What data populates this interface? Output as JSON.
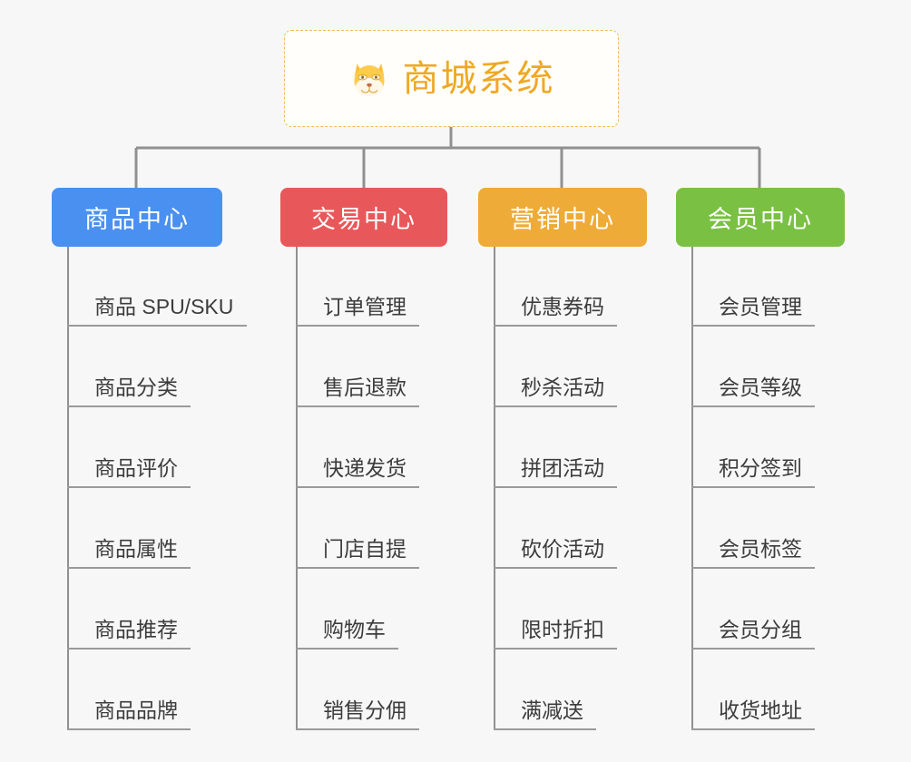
{
  "diagram": {
    "title": "商城系统",
    "root": {
      "label": "商城系统",
      "icon": "dog-face-emoji",
      "border_color": "#f0bb55",
      "text_color": "#efa825"
    },
    "branches": [
      {
        "key": "products",
        "label": "商品中心",
        "color": "#4a90f0",
        "leaves": [
          "商品 SPU/SKU",
          "商品分类",
          "商品评价",
          "商品属性",
          "商品推荐",
          "商品品牌"
        ]
      },
      {
        "key": "trade",
        "label": "交易中心",
        "color": "#e8585a",
        "leaves": [
          "订单管理",
          "售后退款",
          "快递发货",
          "门店自提",
          "购物车",
          "销售分佣"
        ]
      },
      {
        "key": "marketing",
        "label": "营销中心",
        "color": "#eeab38",
        "leaves": [
          "优惠券码",
          "秒杀活动",
          "拼团活动",
          "砍价活动",
          "限时折扣",
          "满减送"
        ]
      },
      {
        "key": "member",
        "label": "会员中心",
        "color": "#7ac143",
        "leaves": [
          "会员管理",
          "会员等级",
          "积分签到",
          "会员标签",
          "会员分组",
          "收货地址"
        ]
      }
    ],
    "connector_color": "#909090",
    "background_color": "#f7f7f7"
  }
}
